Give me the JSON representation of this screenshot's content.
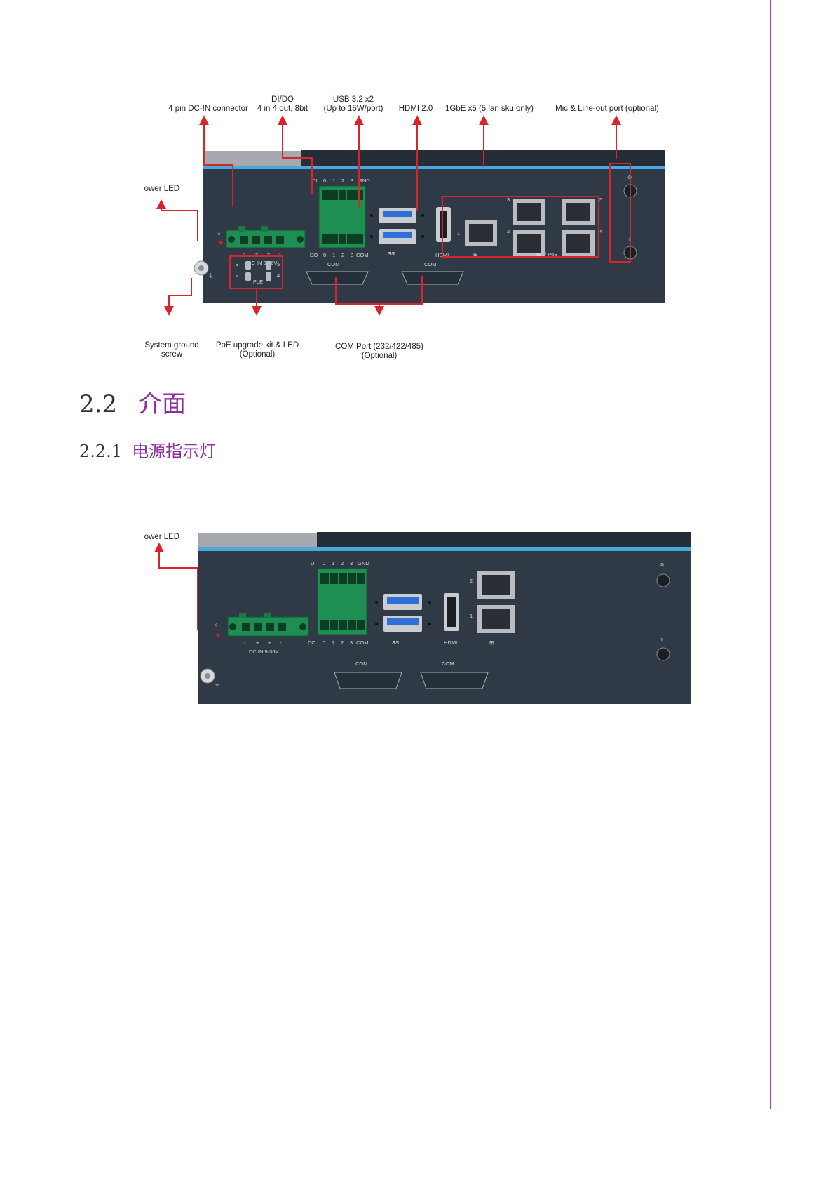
{
  "figure1": {
    "callouts": {
      "dc_in": "4 pin DC-IN connector",
      "dido_line1": "DI/DO",
      "dido_line2": "4 in 4 out, 8bit",
      "usb_line1": "USB 3.2 x2",
      "usb_line2": "(Up to 15W/port)",
      "hdmi": "HDMI 2.0",
      "lan": "1GbE x5 (5 lan sku only)",
      "mic": "Mic & Line-out port (optional)",
      "power_led": "Power LED",
      "ground_line1": "System ground",
      "ground_line2": "screw",
      "poe_line1": "PoE upgrade kit & LED",
      "poe_line2": "(Optional)",
      "com_line1": "COM Port (232/422/485)",
      "com_line2": "(Optional)"
    },
    "panel": {
      "di_label": "DI",
      "do_label": "DO",
      "gnd_label": "GND",
      "com_label": "COM",
      "pin_labels": [
        "0",
        "1",
        "2",
        "3"
      ],
      "dc_pins": [
        "-",
        "+",
        "+",
        "-"
      ],
      "dc_rating": "DC IN 9-36V",
      "usb_logo": "SS",
      "hdmi_label": "HDMI",
      "com_port_label": "COM",
      "poe_label": "PoE",
      "poe_lan_label": "/ PoE",
      "lan_numbers": [
        "1",
        "2",
        "3",
        "4",
        "5"
      ],
      "poe_led_numbers": [
        "3",
        "2",
        "5",
        "4"
      ]
    }
  },
  "section": {
    "number": "2.2",
    "title": "介面"
  },
  "subsection": {
    "number": "2.2.1",
    "title": "电源指示灯"
  },
  "figure2": {
    "callout_power_led": "Power LED",
    "panel": {
      "di_label": "DI",
      "do_label": "DO",
      "gnd_label": "GND",
      "com_label": "COM",
      "pin_labels": [
        "0",
        "1",
        "2",
        "3"
      ],
      "dc_pins": [
        "-",
        "+",
        "+",
        "-"
      ],
      "dc_rating": "DC IN 9-36V",
      "usb_logo": "SS",
      "hdmi_label": "HDMI",
      "com_port_label": "COM",
      "lan_numbers": [
        "1",
        "2"
      ]
    }
  },
  "colors": {
    "accent": "#8a2f9c",
    "callout_red": "#d9242b",
    "chassis": "#2f3a46",
    "chassis_top": "#2a3440",
    "stripe": "#4aa7e0",
    "terminal_green": "#1f8e52",
    "usb_blue": "#2f6fd6",
    "page_rule": "#a7489a"
  }
}
